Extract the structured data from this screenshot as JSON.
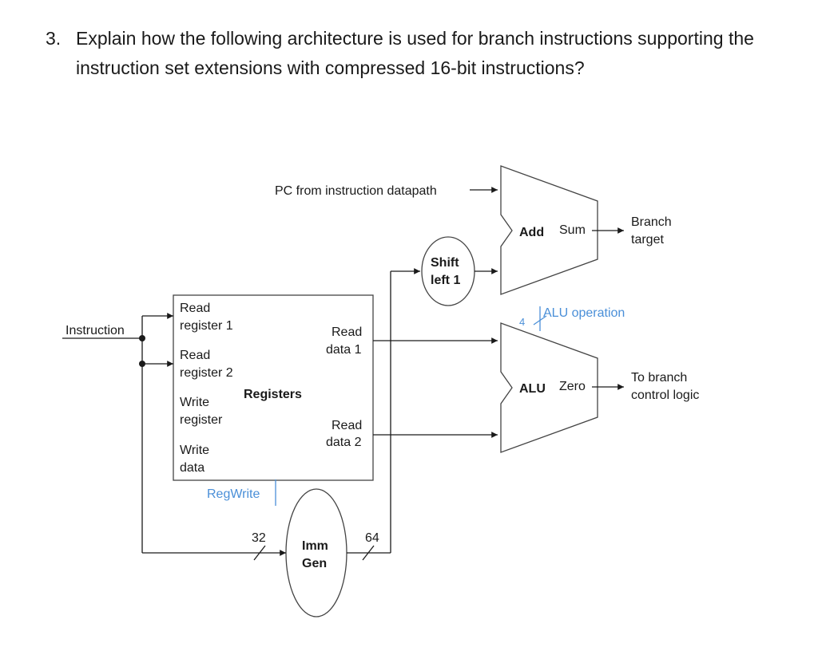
{
  "question": {
    "number": "3.",
    "text": "Explain how the following architecture is used for branch instructions supporting the instruction set extensions with compressed 16-bit instructions?"
  },
  "diagram": {
    "pc_label": "PC from instruction datapath",
    "instruction_label": "Instruction",
    "registers": {
      "title": "Registers",
      "read_reg1": [
        "Read",
        "register 1"
      ],
      "read_reg2": [
        "Read",
        "register 2"
      ],
      "write_reg": [
        "Write",
        "register"
      ],
      "write_data": [
        "Write",
        "data"
      ],
      "read_data1": [
        "Read",
        "data 1"
      ],
      "read_data2": [
        "Read",
        "data 2"
      ]
    },
    "regwrite_label": "RegWrite",
    "immgen": [
      "Imm",
      "Gen"
    ],
    "width_in": "32",
    "width_out": "64",
    "shift": [
      "Shift",
      "left 1"
    ],
    "adder": {
      "name": "Add",
      "output": "Sum"
    },
    "branch_target": [
      "Branch",
      "target"
    ],
    "alu": {
      "name": "ALU",
      "output": "Zero"
    },
    "alu_op_label": "ALU operation",
    "alu_op_width": "4",
    "branch_control": [
      "To branch",
      "control logic"
    ]
  }
}
